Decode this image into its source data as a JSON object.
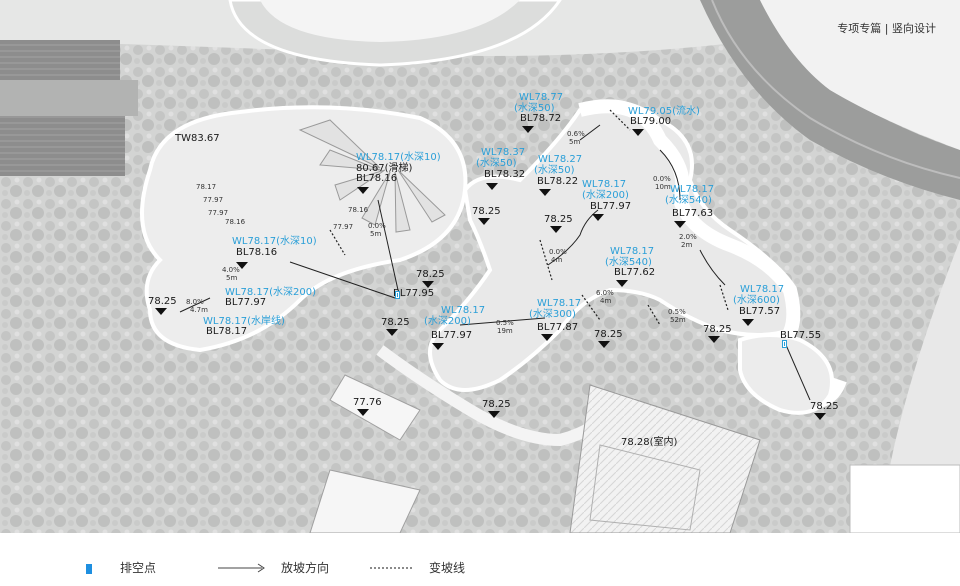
{
  "header": {
    "title": "专项专篇 | 竖向设计"
  },
  "legend": {
    "drain_label": "排空点",
    "slope_label": "放坡方向",
    "grade_change_label": "变坡线",
    "drain_color": "#1e8fe0"
  },
  "colors": {
    "water_label": "#2a9fd8",
    "base_label": "#1a1a1a"
  },
  "labels": {
    "tw": "TW83.67",
    "wl_slide": "WL78.17(水深10)",
    "elev_slide": "80.67(滑梯)",
    "bl_slide": "BL78.16",
    "wl_left10": "WL78.17(水深10)",
    "bl_left10": "BL78.16",
    "wl_left200": "WL78.17(水深200)",
    "bl_left200": "BL77.97",
    "wl_shore": "WL78.17(水岸线)",
    "bl_shore": "BL78.17",
    "spot_left": "78.25",
    "spot_drain": "78.25",
    "spot_upper": "78.25",
    "bl_drain": "BL77.95",
    "wl_7837": "WL78.37",
    "dep_50a": "(水深50)",
    "bl_7832": "BL78.32",
    "spot_mid": "78.25",
    "wl_7877": "WL78.77",
    "dep_50b": "(水深50)",
    "bl_7872": "BL78.72",
    "wl_7827": "WL78.27",
    "dep_50c": "(水深50)",
    "bl_7822": "BL78.22",
    "spot_center": "78.25",
    "wl_7905": "WL79.05(流水)",
    "bl_7900": "BL79.00",
    "wl_c200": "WL78.17",
    "dep_c200": "(水深200)",
    "bl_c200": "BL77.97",
    "wl_r540": "WL78.17",
    "dep_r540": "(水深540)",
    "bl_r540": "BL77.63",
    "wl_m540": "WL78.17",
    "dep_m540": "(水深540)",
    "bl_m540": "BL77.62",
    "wl_b200": "WL78.17",
    "dep_b200": "(水深200)",
    "bl_b200": "BL77.97",
    "wl_b300": "WL78.17",
    "dep_b300": "(水深300)",
    "bl_b300": "BL77.87",
    "spot_b1": "78.25",
    "wl_r600": "WL78.17",
    "dep_r600": "(水深600)",
    "bl_r600": "BL77.57",
    "spot_r1": "78.25",
    "bl_7755": "BL77.55",
    "spot_r2": "78.25",
    "spot_low": "78.25",
    "spot_7776": "77.76",
    "indoor": "78.28(室内)"
  },
  "slope_notes": [
    "78.17",
    "77.97",
    "77.97",
    "78.16",
    "78.16",
    "77.97",
    "8.0%",
    "4.7m",
    "4.0%",
    "5m",
    "0.0%",
    "5m",
    "0.5%",
    "19m",
    "6.0%",
    "4m",
    "0.5%",
    "52m",
    "0.0%",
    "4m",
    "0.6%",
    "5m",
    "0.0%",
    "10m",
    "2.0%",
    "2m"
  ]
}
